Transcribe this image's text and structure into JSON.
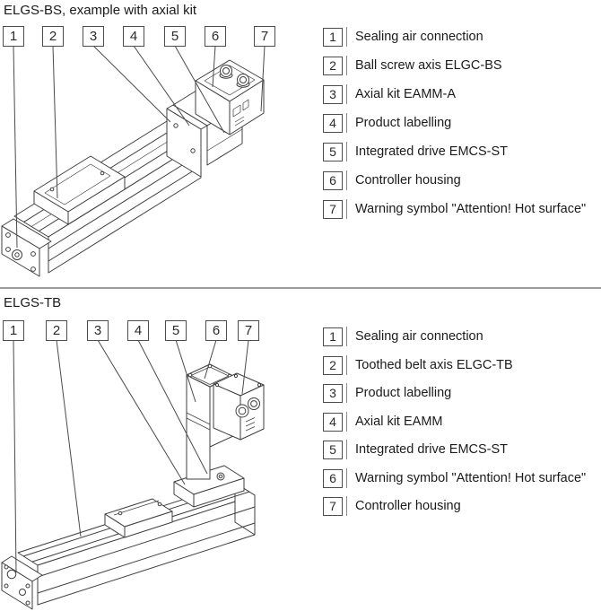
{
  "colors": {
    "line_art": "#3f3f3f",
    "text": "#1b1b1b",
    "box_border": "#4d4d4d",
    "divider": "#9b9b9b"
  },
  "sections": [
    {
      "title": "ELGS-BS, example with axial kit",
      "callouts": [
        "1",
        "2",
        "3",
        "4",
        "5",
        "6",
        "7"
      ],
      "legend": [
        {
          "num": "1",
          "label": "Sealing air connection"
        },
        {
          "num": "2",
          "label": "Ball screw axis ELGC-BS"
        },
        {
          "num": "3",
          "label": "Axial kit EAMM-A"
        },
        {
          "num": "4",
          "label": "Product labelling"
        },
        {
          "num": "5",
          "label": "Integrated drive EMCS-ST"
        },
        {
          "num": "6",
          "label": "Controller housing"
        },
        {
          "num": "7",
          "label": "Warning symbol \"Attention! Hot surface\""
        }
      ]
    },
    {
      "title": "ELGS-TB",
      "callouts": [
        "1",
        "2",
        "3",
        "4",
        "5",
        "6",
        "7"
      ],
      "legend": [
        {
          "num": "1",
          "label": "Sealing air connection"
        },
        {
          "num": "2",
          "label": "Toothed belt axis ELGC-TB"
        },
        {
          "num": "3",
          "label": "Product labelling"
        },
        {
          "num": "4",
          "label": "Axial kit EAMM"
        },
        {
          "num": "5",
          "label": "Integrated drive EMCS-ST"
        },
        {
          "num": "6",
          "label": "Warning symbol \"Attention! Hot surface\""
        },
        {
          "num": "7",
          "label": "Controller housing"
        }
      ]
    }
  ]
}
